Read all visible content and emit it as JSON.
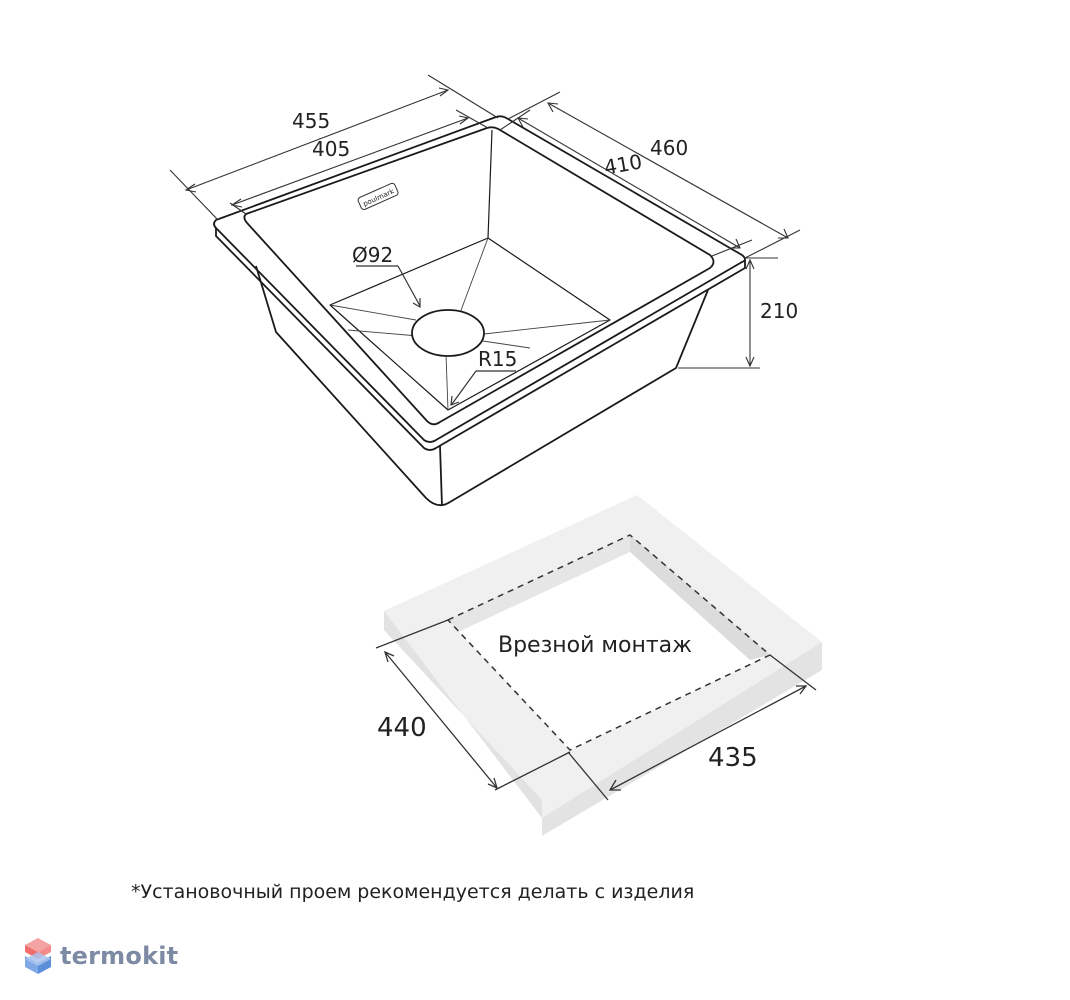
{
  "drawing": {
    "dimensions": {
      "outer_width": "455",
      "inner_width": "405",
      "outer_depth": "460",
      "inner_depth": "410",
      "height": "210",
      "drain_diameter": "Ø92",
      "corner_radius": "R15"
    },
    "brand_plate": "poulmark",
    "cutout": {
      "label": "Врезной монтаж",
      "width": "440",
      "depth": "435"
    }
  },
  "footnote": "*Установочный проем рекомендуется делать с изделия",
  "watermark": {
    "text": "termokit",
    "colors": {
      "top": "#f26d6d",
      "bottom": "#5b8fd9"
    }
  }
}
